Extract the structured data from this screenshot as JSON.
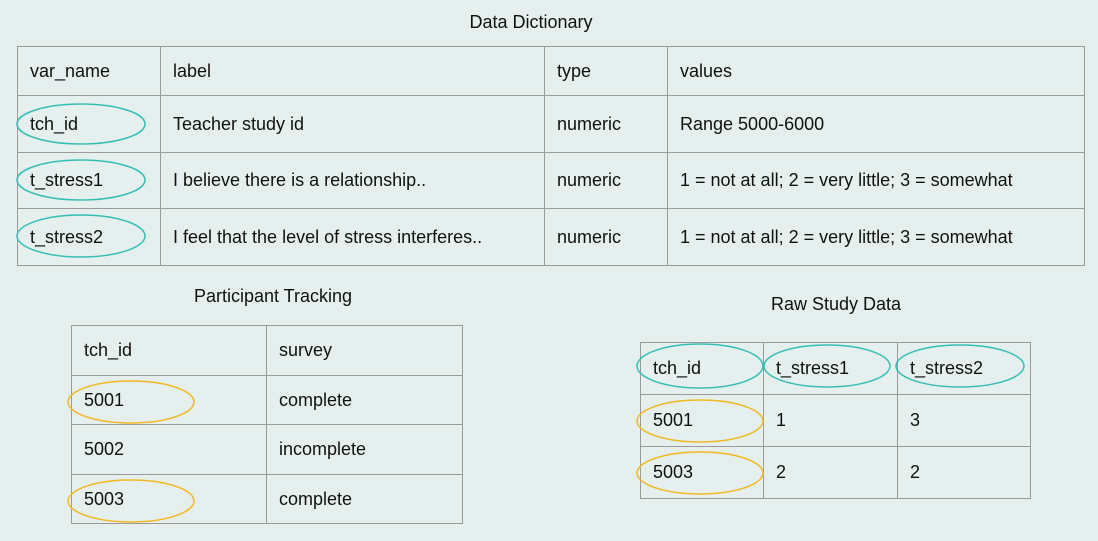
{
  "data_dictionary": {
    "title": "Data Dictionary",
    "headers": [
      "var_name",
      "label",
      "type",
      "values"
    ],
    "rows": [
      [
        "tch_id",
        "Teacher study id",
        "numeric",
        "Range 5000-6000"
      ],
      [
        "t_stress1",
        "I believe there is a relationship..",
        "numeric",
        "1 = not at all;  2 = very little; 3 = somewhat"
      ],
      [
        "t_stress2",
        "I feel that the level of stress interferes..",
        "numeric",
        "1 = not at all;  2 = very little; 3 = somewhat"
      ]
    ]
  },
  "participant_tracking": {
    "title": "Participant Tracking",
    "headers": [
      "tch_id",
      "survey"
    ],
    "rows": [
      [
        "5001",
        "complete"
      ],
      [
        "5002",
        "incomplete"
      ],
      [
        "5003",
        "complete"
      ]
    ]
  },
  "raw_study_data": {
    "title": "Raw Study Data",
    "headers": [
      "tch_id",
      "t_stress1",
      "t_stress2"
    ],
    "rows": [
      [
        "5001",
        "1",
        "3"
      ],
      [
        "5003",
        "2",
        "2"
      ]
    ]
  },
  "colors": {
    "variable_highlight": "#35bfb4",
    "id_highlight": "#f2b822",
    "background": "#e4efee"
  }
}
